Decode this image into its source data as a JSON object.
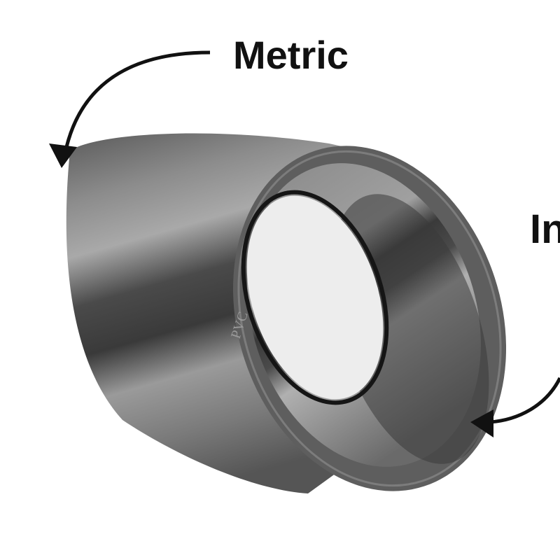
{
  "labels": {
    "metric": "Metric",
    "imperial": "In"
  },
  "product": {
    "molded_text": "PVC"
  },
  "colors": {
    "pipe_dark": "#3c3c3c",
    "pipe_mid": "#6e6e6e",
    "pipe_light": "#a8a8a8",
    "arrow": "#111111"
  }
}
